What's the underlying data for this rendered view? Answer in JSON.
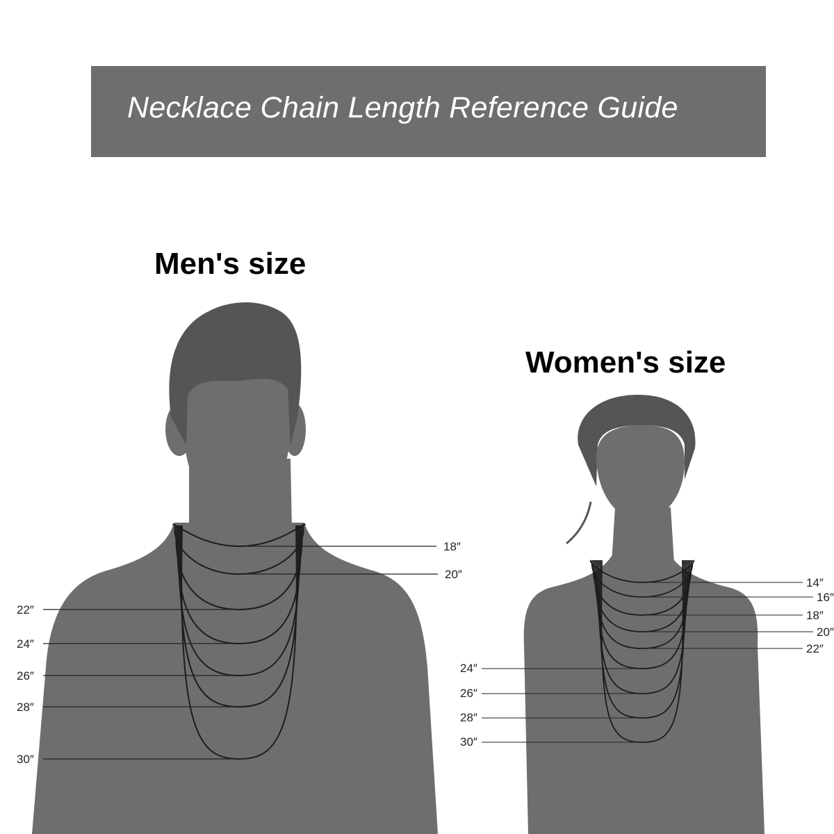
{
  "banner": {
    "title": "Necklace Chain Length Reference Guide"
  },
  "men": {
    "title": "Men's size",
    "lengths": [
      "18″",
      "20″",
      "22″",
      "24″",
      "26″",
      "28″",
      "30″"
    ]
  },
  "women": {
    "title": "Women's size",
    "lengths": [
      "14″",
      "16″",
      "18″",
      "20″",
      "22″",
      "24″",
      "26″",
      "28″",
      "30″"
    ]
  },
  "colors": {
    "banner": "#6e6e6e",
    "silhouette": "#6e6e6e",
    "hair": "#555555",
    "chain": "#1c1c1c",
    "background": "#ffffff"
  }
}
